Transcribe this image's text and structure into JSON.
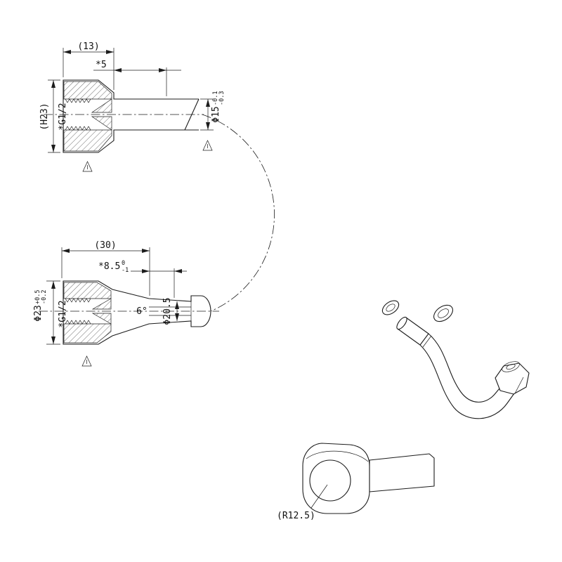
{
  "page": {
    "background": "#ffffff",
    "line_color": "#1c1c1c"
  },
  "top_view": {
    "dim_width": "(13)",
    "dim_depth": "*5",
    "dim_height": "(H23)",
    "thread": "*G1/2",
    "pipe_dia": "Φ15",
    "pipe_dia_upper": "-0.1",
    "pipe_dia_lower": "-0.3"
  },
  "middle_view": {
    "dim_width": "(30)",
    "dim_depth": "*8.5",
    "dim_depth_upper": "0",
    "dim_depth_lower": "-1",
    "body_dia": "Φ23",
    "body_dia_upper": "+0.5",
    "body_dia_lower": "-0.2",
    "thread": "*G1/2",
    "taper_angle": "6°",
    "pipe_dia": "Φ20.5"
  },
  "detail_view": {
    "radius": "(R12.5)"
  }
}
